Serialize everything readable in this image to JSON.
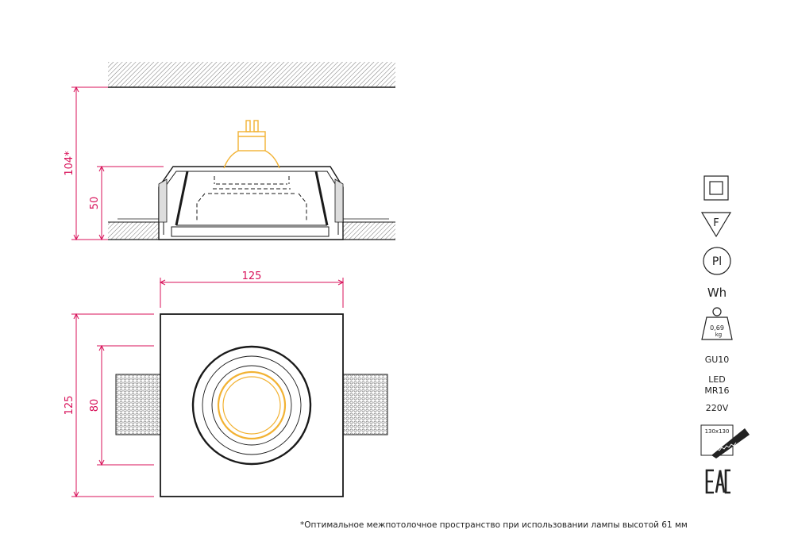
{
  "dimensions": {
    "total_height": "104*",
    "body_height": "50",
    "width_top": "125",
    "height_front": "125",
    "inner_height": "80"
  },
  "specs": {
    "square_symbol": "square-frame-icon",
    "f_mark": "F",
    "material": "Pl",
    "color": "Wh",
    "weight_top": "0,69",
    "weight_bottom": "kg",
    "socket": "GU10",
    "lamp_line1": "LED",
    "lamp_line2": "MR16",
    "voltage": "220V",
    "cutout": "130x130"
  },
  "footnote": "*Оптимальное межпотолочное пространство при использовании лампы высотой 61 мм",
  "colors": {
    "dimension": "#d8125a",
    "lamp": "#f2b233",
    "line": "#1a1a1a"
  }
}
